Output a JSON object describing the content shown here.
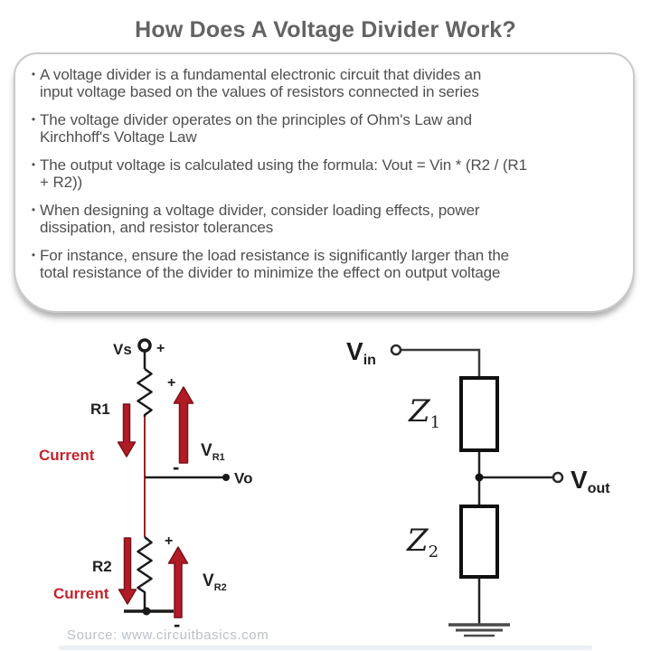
{
  "page": {
    "title": "How Does A Voltage Divider Work?",
    "source": "Source: www.circuitbasics.com",
    "bullet_char": "•"
  },
  "card": {
    "bullets": [
      {
        "text": "A voltage divider is a fundamental electronic circuit that divides an\ninput voltage based on the values of resistors connected in series"
      },
      {
        "text": "The voltage divider operates on the principles of Ohm's Law and\nKirchhoff's Voltage Law"
      },
      {
        "text": "The output voltage is calculated using the formula: Vout = Vin * (R2 / (R1\n+ R2))"
      },
      {
        "text": "When designing a voltage divider, consider loading effects, power\ndissipation, and resistor tolerances"
      },
      {
        "text": "For instance, ensure the load resistance is significantly larger than the\ntotal resistance of the divider to minimize the effect on output voltage"
      }
    ]
  },
  "left_circuit": {
    "vs_label": "Vs",
    "plus_top": "+",
    "r1_label": "R1",
    "current_top": "Current",
    "plus_r1": "+",
    "minus_r1": "-",
    "vr1_main": "V",
    "vr1_sub": "R1",
    "vo_label": "Vo",
    "r2_label": "R2",
    "current_bottom": "Current",
    "plus_r2": "+",
    "minus_r2": "-",
    "vr2_main": "V",
    "vr2_sub": "R2"
  },
  "right_circuit": {
    "vin_main": "V",
    "vin_sub": "in",
    "z1_main": "Z",
    "z1_sub": "1",
    "vout_main": "V",
    "vout_sub": "out",
    "z2_main": "Z",
    "z2_sub": "2"
  },
  "colors": {
    "arrow_red": "#b01b26",
    "arrow_outline_red": "#7c1118",
    "current_text_red": "#c1242e",
    "wire_red": "#9b2222",
    "circuit_ink": "#1a1a1a",
    "title_gray": "#636363",
    "body_text_gray": "#4f4f4f",
    "card_border_gray": "#c9c9c9",
    "source_gray": "#b9c1c8"
  }
}
